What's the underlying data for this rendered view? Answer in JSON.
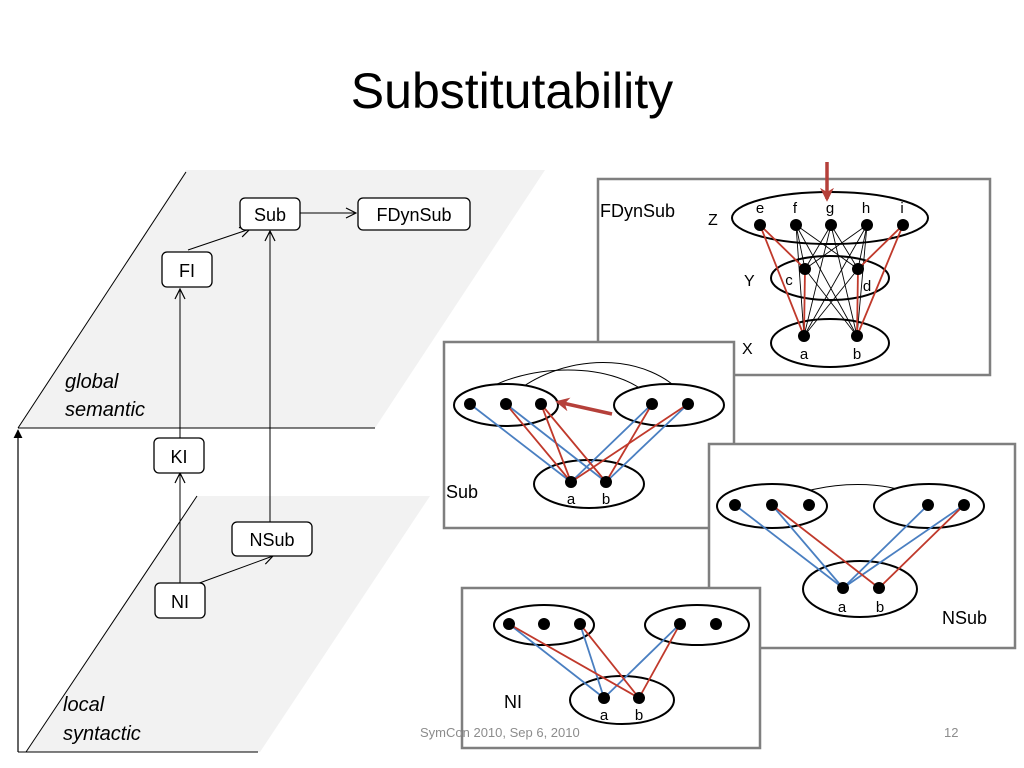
{
  "slide": {
    "title": "Substitutability",
    "footer": "SymCon 2010, Sep 6, 2010",
    "page_number": "12"
  },
  "hierarchy": {
    "upper_plane_label_1": "global",
    "upper_plane_label_2": "semantic",
    "lower_plane_label_1": "local",
    "lower_plane_label_2": "syntactic",
    "nodes": {
      "sub": "Sub",
      "fdynsub": "FDynSub",
      "fi": "FI",
      "ki": "KI",
      "nsub": "NSub",
      "ni": "NI"
    }
  },
  "panels": {
    "fdynsub": {
      "title": "FDynSub",
      "level_z": "Z",
      "level_y": "Y",
      "level_x": "X",
      "z_labels": [
        "e",
        "f",
        "g",
        "h",
        "i"
      ],
      "y_labels": [
        "c",
        "d"
      ],
      "x_labels": [
        "a",
        "b"
      ]
    },
    "sub": {
      "title": "Sub",
      "a": "a",
      "b": "b"
    },
    "nsub": {
      "title": "NSub",
      "a": "a",
      "b": "b"
    },
    "ni": {
      "title": "NI",
      "a": "a",
      "b": "b"
    }
  },
  "colors": {
    "red_edge": "#c0392b",
    "blue_edge": "#4a7fc1",
    "arrow": "#b5403a",
    "plane": "#f2f2f2",
    "panel_border": "#7f7f7f"
  }
}
